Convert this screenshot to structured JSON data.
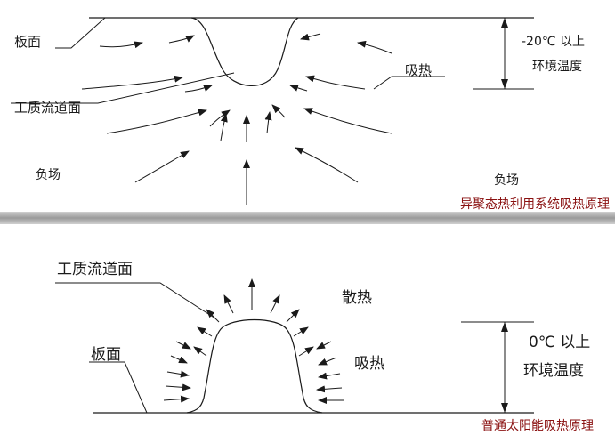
{
  "top": {
    "plate_label": "板面",
    "channel_label": "工质流道面",
    "absorb_label": "吸热",
    "negative_field_left": "负场",
    "negative_field_right": "负场",
    "temp_line1": "-20℃ 以上",
    "temp_line2": "环境温度",
    "caption": "异聚态热利用系统吸热原理"
  },
  "bottom": {
    "channel_label": "工质流道面",
    "dissipate_label": "散热",
    "plate_label": "板面",
    "absorb_label": "吸热",
    "temp_line1": "0℃ 以上",
    "temp_line2": "环境温度",
    "caption": "普通太阳能吸热原理"
  },
  "colors": {
    "caption": "#8a1010",
    "line": "#1a1a1a",
    "divider": "#a8a8a8"
  }
}
